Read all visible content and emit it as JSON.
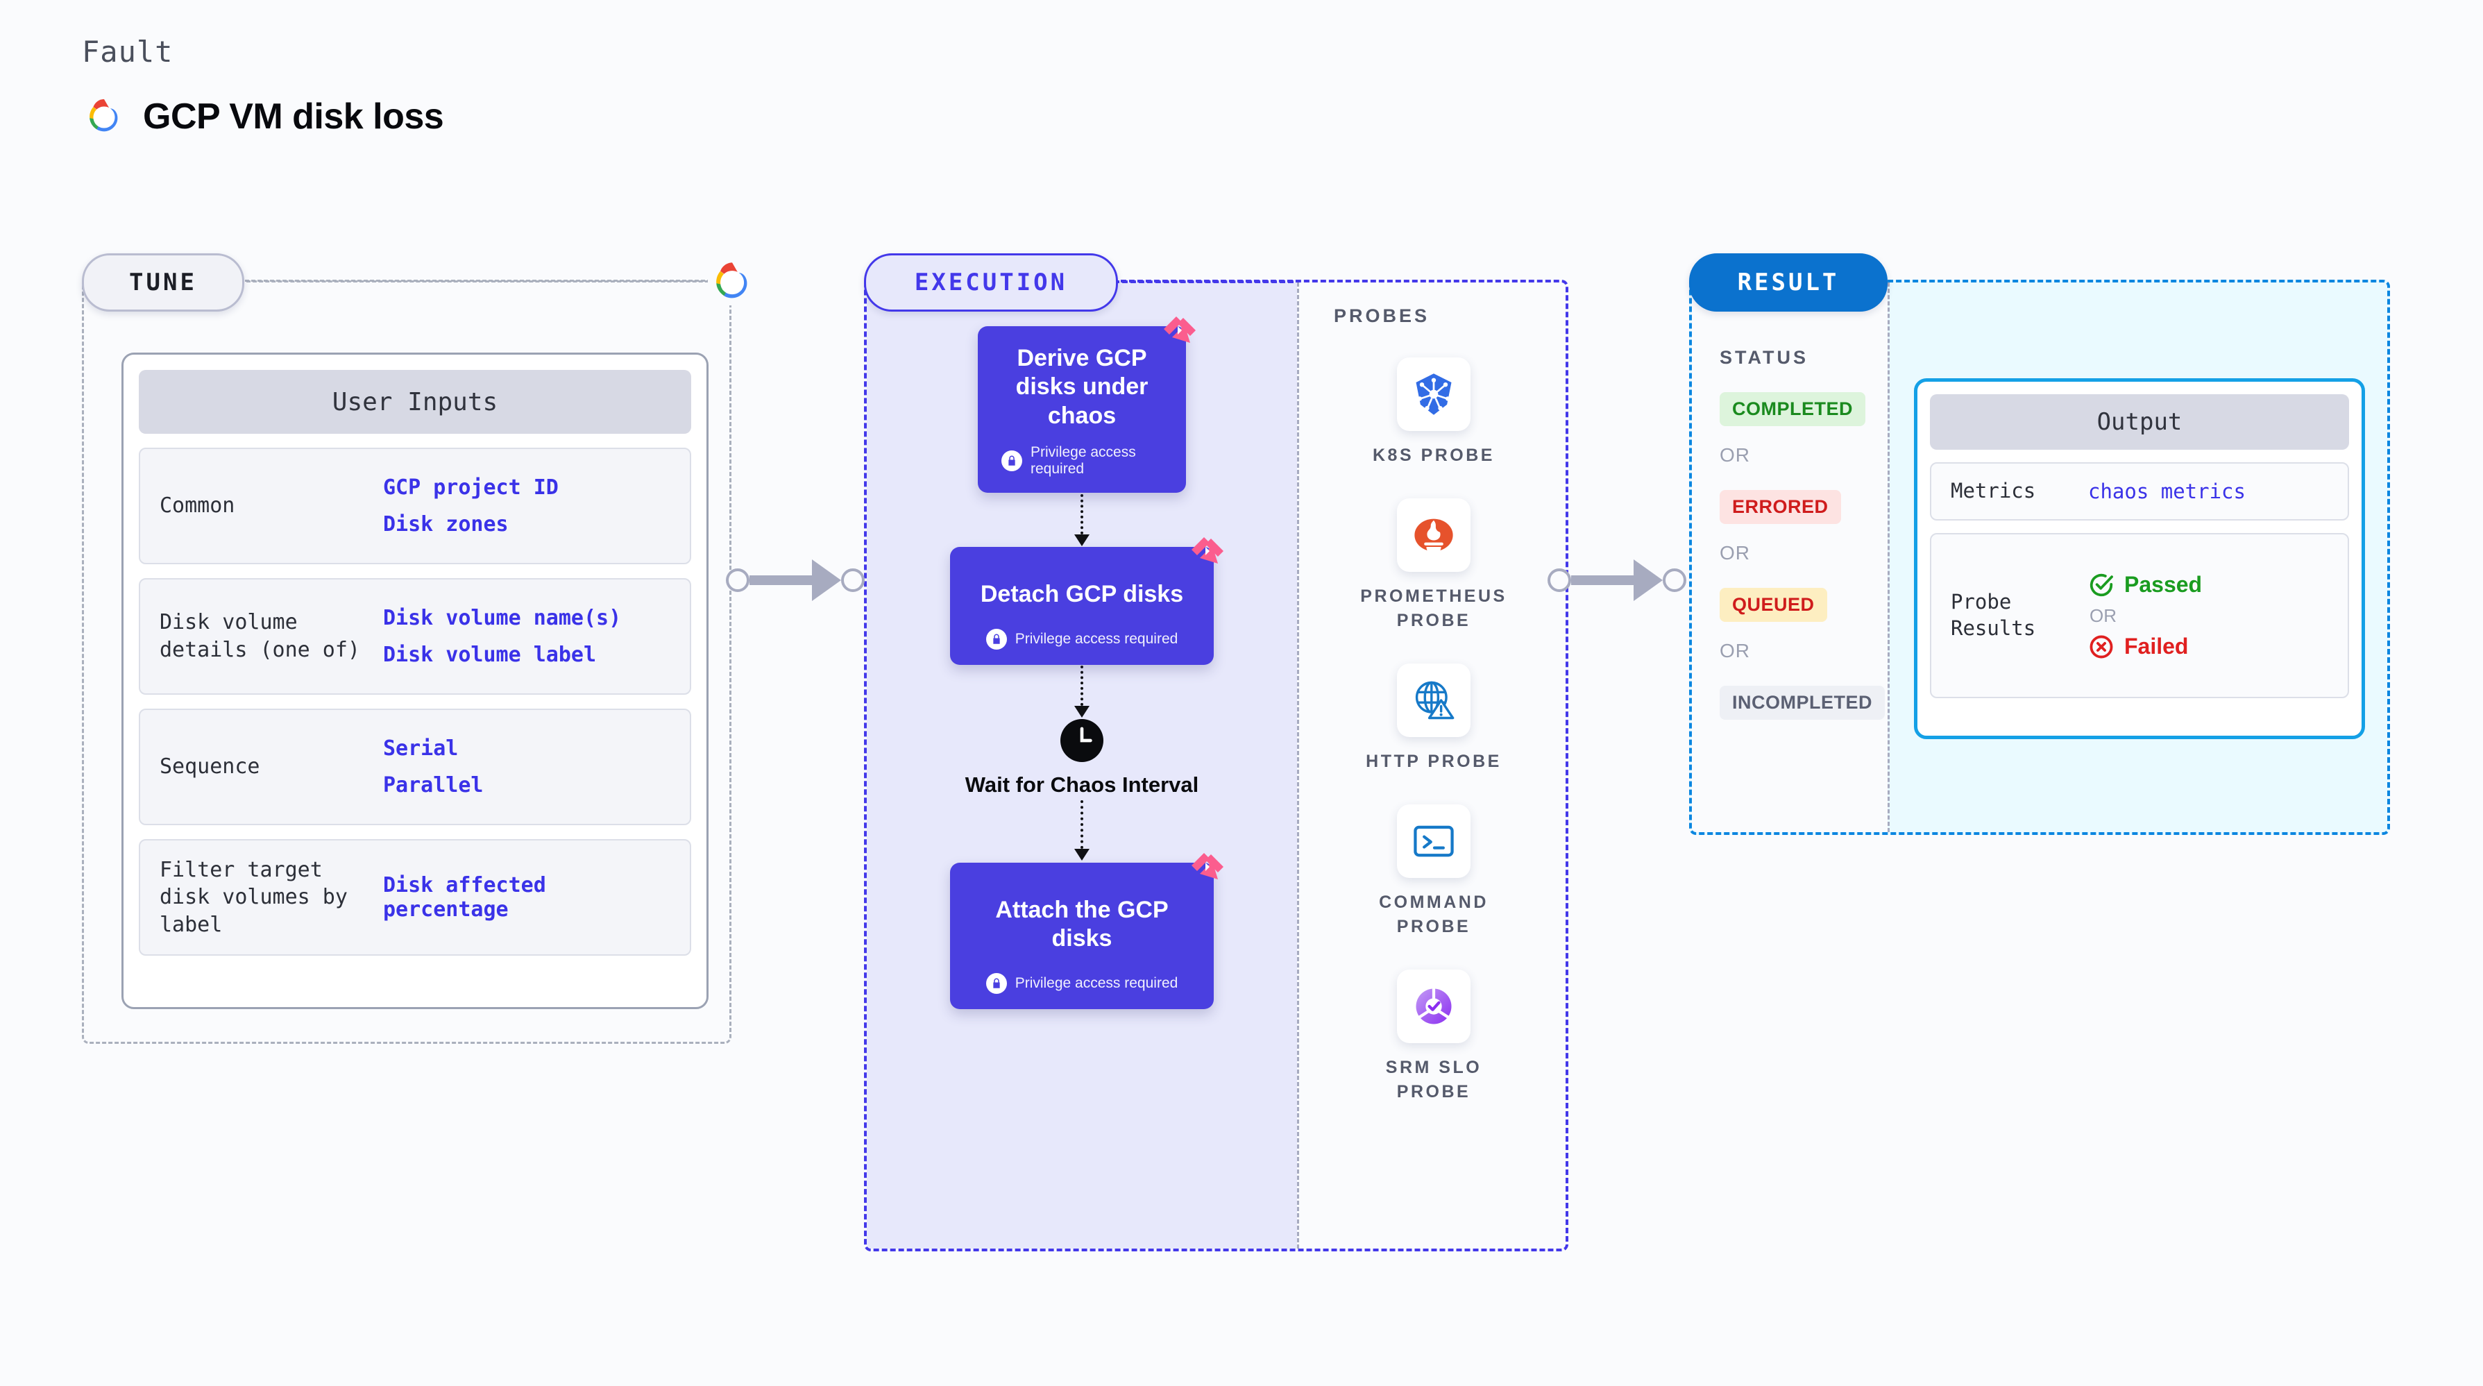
{
  "header": {
    "eyebrow": "Fault",
    "title": "GCP VM disk loss",
    "logo_icon": "gcp-cloud-logo"
  },
  "tune": {
    "pill_label": "TUNE",
    "card_title": "User Inputs",
    "edge_logo_icon": "gcp-cloud-logo",
    "rows": [
      {
        "label": "Common",
        "values": [
          "GCP project ID",
          "Disk zones"
        ]
      },
      {
        "label": "Disk volume details (one of)",
        "values": [
          "Disk volume name(s)",
          "Disk volume label"
        ]
      },
      {
        "label": "Sequence",
        "values": [
          "Serial",
          "Parallel"
        ]
      },
      {
        "label": "Filter target disk volumes by label",
        "values": [
          "Disk affected percentage"
        ]
      }
    ]
  },
  "execution": {
    "pill_label": "EXECUTION",
    "privilege_note": "Privilege access required",
    "steps": [
      {
        "type": "block",
        "title": "Derive GCP disks under chaos",
        "privileged": true,
        "badge_icon": "litmus-logo"
      },
      {
        "type": "block",
        "title": "Detach GCP disks",
        "privileged": true,
        "badge_icon": "litmus-logo"
      },
      {
        "type": "wait",
        "title": "Wait for Chaos Interval",
        "icon": "clock-icon"
      },
      {
        "type": "block",
        "title": "Attach the GCP disks",
        "privileged": true,
        "badge_icon": "litmus-logo"
      }
    ]
  },
  "probes": {
    "title": "PROBES",
    "items": [
      {
        "name": "K8S PROBE",
        "icon": "kubernetes-icon"
      },
      {
        "name": "PROMETHEUS PROBE",
        "icon": "prometheus-icon"
      },
      {
        "name": "HTTP PROBE",
        "icon": "globe-warning-icon"
      },
      {
        "name": "COMMAND PROBE",
        "icon": "terminal-icon"
      },
      {
        "name": "SRM SLO PROBE",
        "icon": "srm-slo-icon"
      }
    ]
  },
  "result": {
    "pill_label": "RESULT",
    "status_title": "STATUS",
    "or_label": "OR",
    "statuses": [
      {
        "label": "COMPLETED",
        "variant": "completed"
      },
      {
        "label": "ERRORED",
        "variant": "errored"
      },
      {
        "label": "QUEUED",
        "variant": "queued"
      },
      {
        "label": "INCOMPLETED",
        "variant": "incompleted"
      }
    ],
    "output": {
      "title": "Output",
      "metrics_label": "Metrics",
      "metrics_value": "chaos metrics",
      "probe_results_label": "Probe Results",
      "passed_label": "Passed",
      "failed_label": "Failed",
      "or_label": "OR",
      "passed_icon": "check-circle-icon",
      "failed_icon": "x-circle-icon"
    }
  },
  "colors": {
    "accent_purple": "#4338ea",
    "block_purple": "#4a3fe0",
    "exec_fill": "#e7e8fb",
    "result_blue": "#0b72ce",
    "result_fill": "#eafaff",
    "output_border": "#14a0e6",
    "litmus_pink": "#fb5d8e",
    "value_blue": "#3a32e8",
    "pass_green": "#1a9c20",
    "fail_red": "#e02020",
    "page_bg": "#fafbfd"
  }
}
